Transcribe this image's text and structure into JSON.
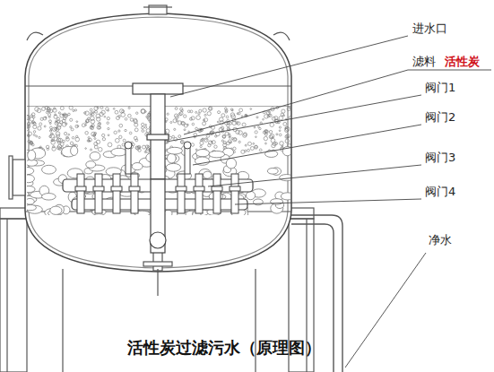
{
  "diagram": {
    "caption": "活性炭过滤污水（原理图）",
    "labels": [
      "进水口",
      "滤料",
      "活性炭",
      "阀门1",
      "阀门2",
      "阀门3",
      "阀门4",
      "净水"
    ]
  }
}
